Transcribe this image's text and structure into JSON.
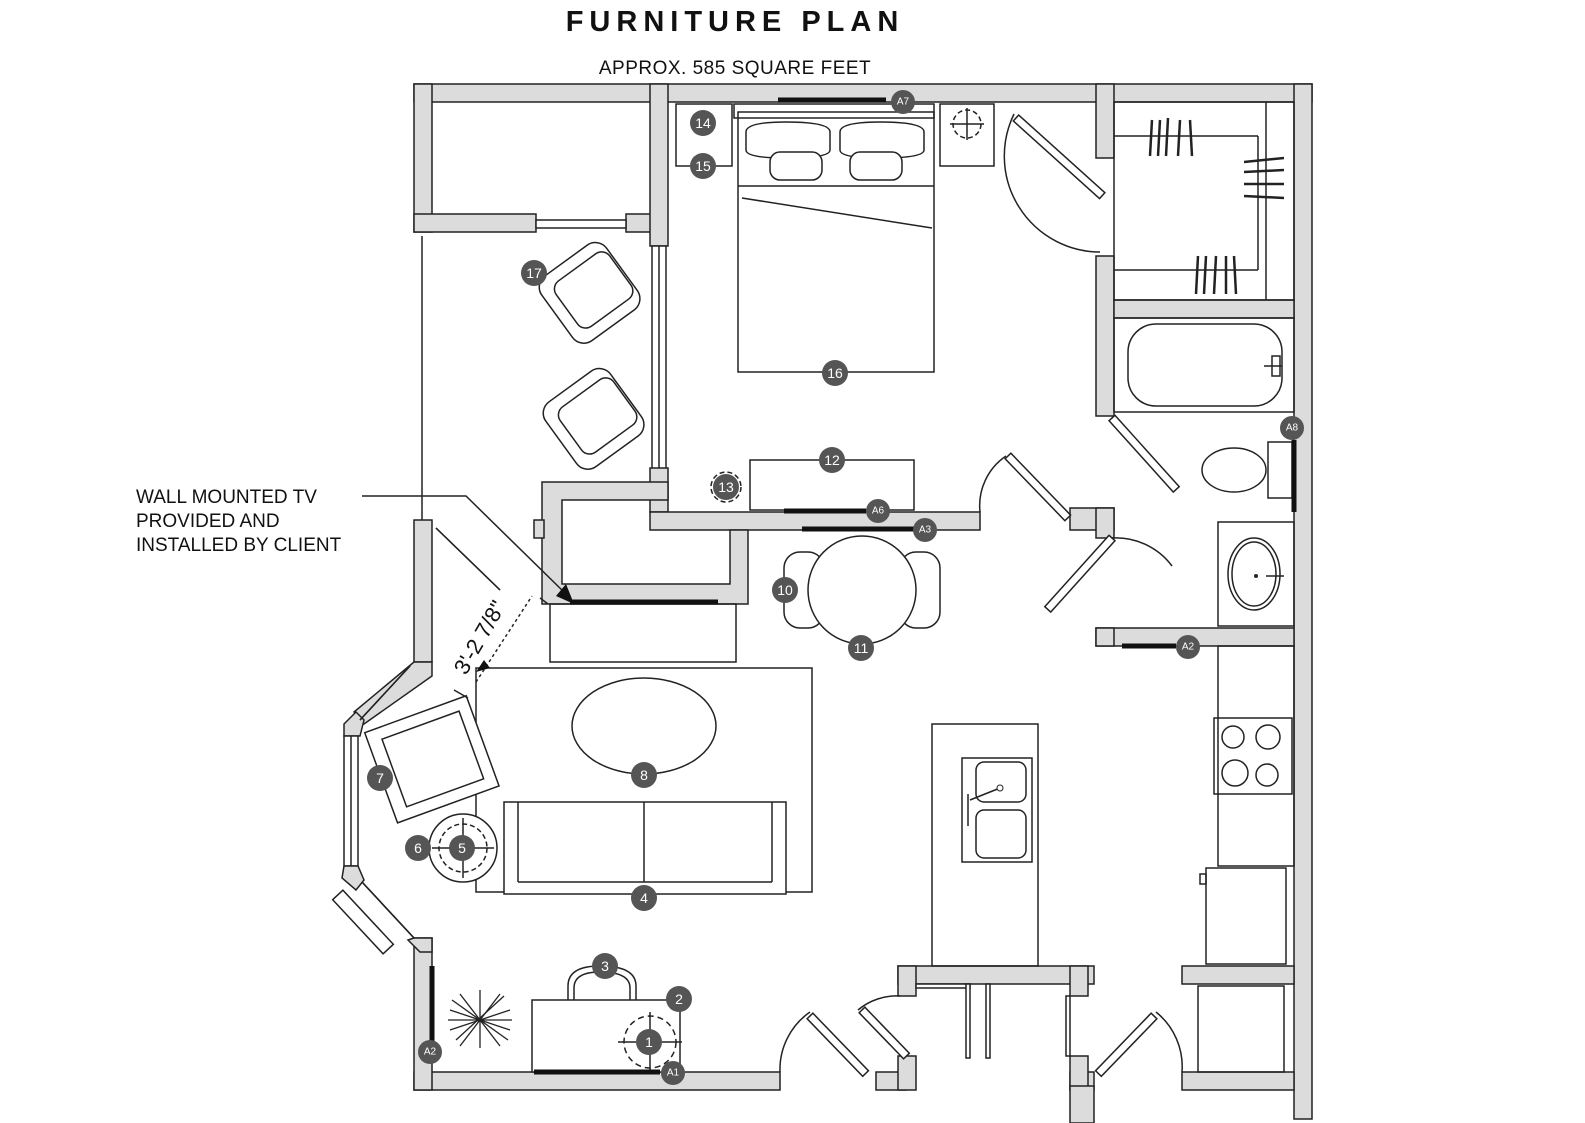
{
  "title": "FURNITURE PLAN",
  "subtitle": "APPROX. 585 SQUARE FEET",
  "note_lines": [
    "WALL MOUNTED TV",
    "PROVIDED AND",
    "INSTALLED BY CLIENT"
  ],
  "dimension": "3'-2 7/8\"",
  "tags": {
    "t1": "1",
    "t2": "2",
    "t3": "3",
    "t4": "4",
    "t5": "5",
    "t6": "6",
    "t7": "7",
    "t8": "8",
    "t10": "10",
    "t11": "11",
    "t12": "12",
    "t13": "13",
    "t14": "14",
    "t15": "15",
    "t16": "16",
    "t17": "17",
    "a1": "A1",
    "a2a": "A2",
    "a2b": "A2",
    "a3": "A3",
    "a6": "A6",
    "a7": "A7",
    "a8": "A8"
  }
}
